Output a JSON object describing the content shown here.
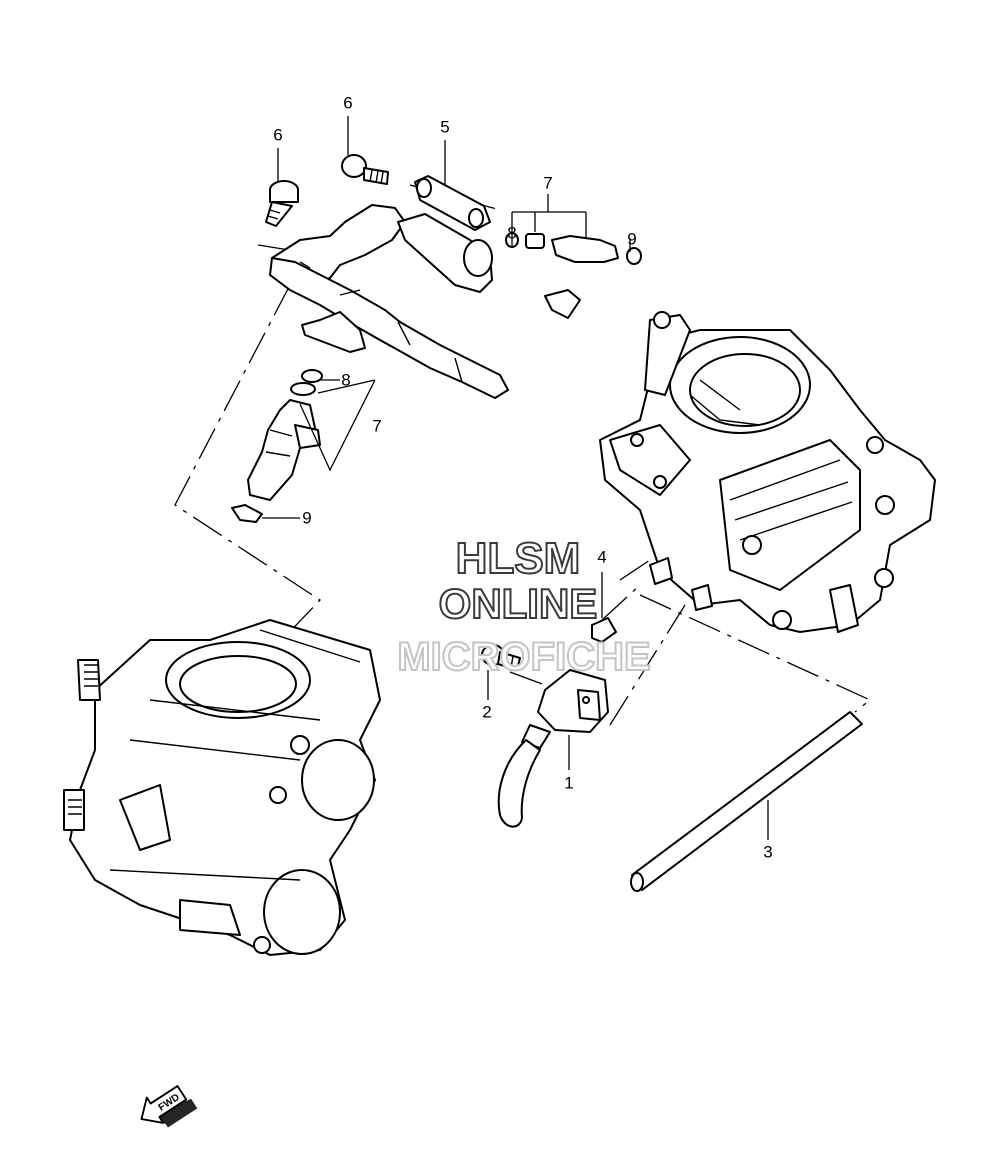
{
  "callouts": {
    "c1": "1",
    "c2": "2",
    "c3": "3",
    "c4": "4",
    "c5": "5",
    "c6a": "6",
    "c6b": "6",
    "c7a": "7",
    "c7b": "7",
    "c8a": "8",
    "c8b": "8",
    "c9a": "9",
    "c9b": "9"
  },
  "watermark": {
    "line1": "HLSM",
    "line2": "ONLINE",
    "line3": "MICROFICHE"
  },
  "direction_arrow": {
    "label": "FWD"
  },
  "icons": {
    "direction": "forward-arrow-icon"
  }
}
